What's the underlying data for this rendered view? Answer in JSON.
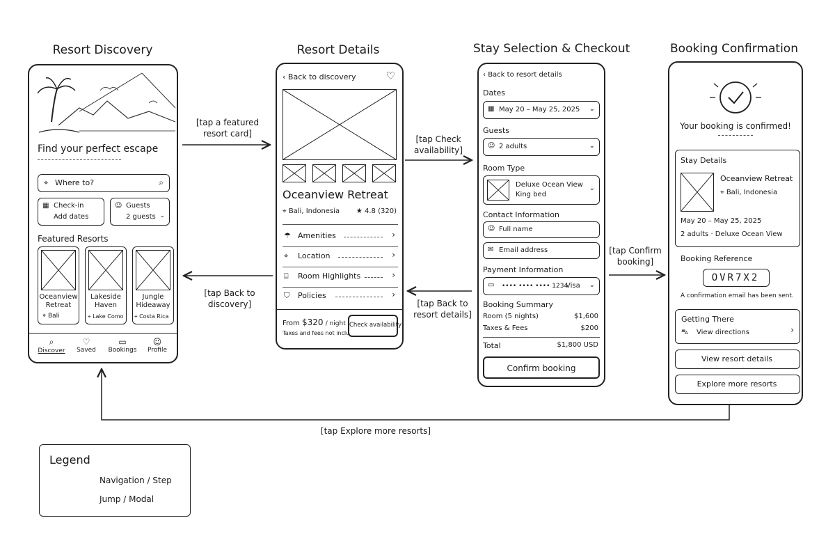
{
  "screens": {
    "discovery": {
      "title": "Resort Discovery",
      "headline": "Find your perfect escape",
      "search_placeholder": "Where to?",
      "checkin_label": "Check-in",
      "checkin_value": "Add dates",
      "guests_label": "Guests",
      "guests_value": "2 guests",
      "featured_heading": "Featured Resorts",
      "cards": [
        {
          "name1": "Oceanview",
          "name2": "Retreat",
          "location": "Bali"
        },
        {
          "name1": "Lakeside",
          "name2": "Haven",
          "location": "Lake Como"
        },
        {
          "name1": "Jungle",
          "name2": "Hideaway",
          "location": "Costa Rica"
        }
      ],
      "nav": [
        "Discover",
        "Saved",
        "Bookings",
        "Profile"
      ]
    },
    "details": {
      "title": "Resort Details",
      "back": "Back to discovery",
      "name": "Oceanview Retreat",
      "location": "Bali, Indonesia",
      "rating": "4.8",
      "reviews": "(320)",
      "rows": [
        "Amenities",
        "Location",
        "Room Highlights",
        "Policies"
      ],
      "price_prefix": "From",
      "price": "$320",
      "price_unit": "/ night",
      "price_note": "Taxes and fees not included",
      "cta": "Check availability"
    },
    "checkout": {
      "title": "Stay Selection & Checkout",
      "back": "Back to resort details",
      "dates_label": "Dates",
      "dates_value": "May 20 – May 25, 2025",
      "guests_label": "Guests",
      "guests_value": "2 adults",
      "room_label": "Room Type",
      "room_name": "Deluxe Ocean View",
      "room_bed": "King bed",
      "contact_label": "Contact Information",
      "name_placeholder": "Full name",
      "email_placeholder": "Email address",
      "payment_label": "Payment Information",
      "card_value": "•••• •••• •••• 1234",
      "card_brand": "Visa",
      "summary_label": "Booking Summary",
      "room_line": "Room (5 nights)",
      "room_amount": "$1,600",
      "tax_line": "Taxes & Fees",
      "tax_amount": "$200",
      "total_label": "Total",
      "total_amount": "$1,800 USD",
      "cta": "Confirm booking"
    },
    "confirmation": {
      "title": "Booking Confirmation",
      "message": "Your booking is confirmed!",
      "stay_heading": "Stay Details",
      "resort": "Oceanview Retreat",
      "location": "Bali, Indonesia",
      "dates": "May 20 – May 25, 2025",
      "party": "2 adults · Deluxe Ocean View",
      "ref_heading": "Booking Reference",
      "ref_code": "OVR7X2",
      "email_note": "A confirmation email has been sent.",
      "getting_there": "Getting There",
      "directions": "View directions",
      "btn_view": "View resort details",
      "btn_explore": "Explore more resorts"
    }
  },
  "transitions": {
    "t1": [
      "[tap a featured",
      "resort card]"
    ],
    "t2": [
      "[tap Check",
      "availability]"
    ],
    "t3": [
      "[tap Confirm",
      "booking]"
    ],
    "t4": [
      "[tap Back to",
      "discovery]"
    ],
    "t5": [
      "[tap Back to",
      "resort details]"
    ],
    "t6": "[tap Explore more resorts]"
  },
  "legend": {
    "title": "Legend",
    "solid": "Navigation / Step",
    "dashed": "Jump / Modal"
  }
}
